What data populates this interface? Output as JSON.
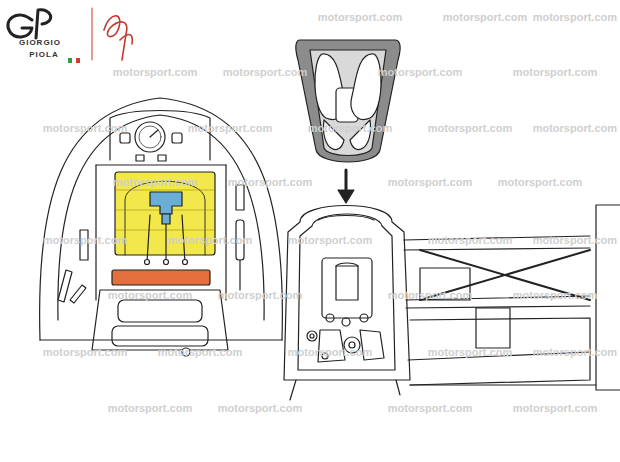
{
  "diagram": {
    "labels": [
      "GIORGIO",
      "PIOLA",
      "motorsport.com",
      "motorsport.com",
      "motorsport.com",
      "motorsport.com",
      "motorsport.com",
      "motorsport.com",
      "motorsport.com",
      "motorsport.com",
      "motorsport.com",
      "motorsport.com",
      "motorsport.com",
      "motorsport.com",
      "motorsport.com",
      "motorsport.com",
      "motorsport.com",
      "motorsport.com",
      "motorsport.com",
      "motorsport.com",
      "motorsport.com",
      "motorsport.com",
      "motorsport.com",
      "motorsport.com",
      "motorsport.com",
      "motorsport.com",
      "motorsport.com",
      "motorsport.com",
      "motorsport.com",
      "motorsport.com",
      "motorsport.com",
      "motorsport.com",
      "motorsport.com",
      "motorsport.com",
      "motorsport.com",
      "motorsport.com"
    ]
  }
}
